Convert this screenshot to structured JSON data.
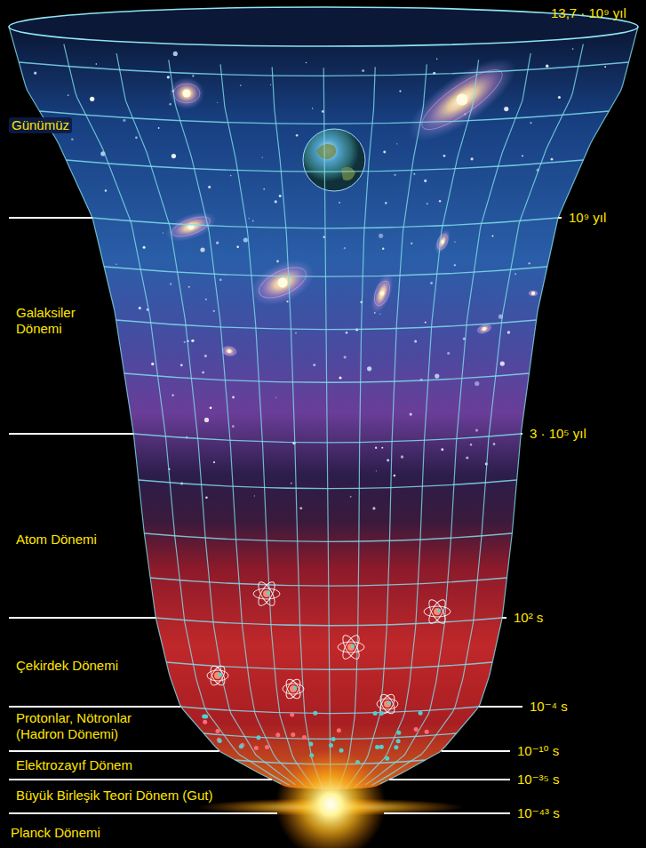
{
  "diagram": {
    "labels": [
      "13,7 · 10⁹ yıl",
      "Günümüz",
      "10⁹ yıl",
      "Galaksiler Dönemi",
      "3 · 10⁵ yıl",
      "Atom Dönemi",
      "10² s",
      "Çekirdek Dönemi",
      "10⁻⁴ s",
      "Protonlar, Nötronlar (Hadron Dönemi)",
      "10⁻¹⁰ s",
      "Elektrozayıf Dönem",
      "10⁻³⁵ s",
      "Büyük Birleşik Teori Dönem (Gut)",
      "10⁻⁴³ s",
      "Planck Dönemi"
    ]
  }
}
